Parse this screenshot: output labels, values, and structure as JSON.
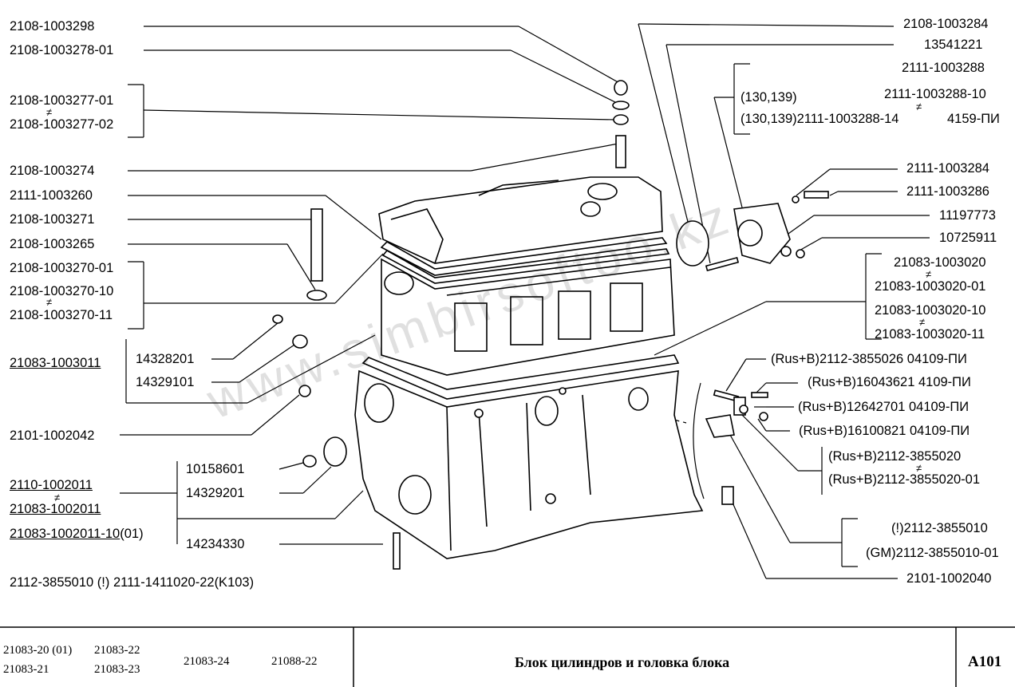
{
  "watermark": "www.simbirsoftoo.kz",
  "labels": {
    "l1": "2108-1003298",
    "l2": "2108-1003278-01",
    "l3": "2108-1003277-01",
    "l4": "2108-1003277-02",
    "l5": "2108-1003274",
    "l6": "2111-1003260",
    "l7": "2108-1003271",
    "l8": "2108-1003265",
    "l9": "2108-1003270-01",
    "l10": "2108-1003270-10",
    "l11": "2108-1003270-11",
    "l12": "21083-1003011",
    "l13": "14328201",
    "l14": "14329101",
    "l15": "2101-1002042",
    "l16": "10158601",
    "l17": "14329201",
    "l18": "2110-1002011",
    "l19": "21083-1002011",
    "l20": "21083-1002011-10",
    "l20b": "(01)",
    "l21": "14234330",
    "l22": "2112-3855010  (!)  2111-1411020-22(K103)",
    "r1": "2108-1003284",
    "r2": "13541221",
    "r3": "2111-1003288",
    "r4a": "(130,139)",
    "r4b": "2111-1003288-10",
    "r5a": "(130,139)2111-1003288-14",
    "r5b": "4159-ПИ",
    "r6": "2111-1003284",
    "r7": "2111-1003286",
    "r8": "11197773",
    "r9": "10725911",
    "r10": "21083-1003020",
    "r11": "21083-1003020-01",
    "r12": "21083-1003020-10",
    "r13": "21083-1003020-11",
    "r14": "(Rus+B)2112-3855026  04109-ПИ",
    "r15": "(Rus+B)16043621  4109-ПИ",
    "r16": "(Rus+B)12642701  04109-ПИ",
    "r17": "(Rus+B)16100821  04109-ПИ",
    "r18": "(Rus+B)2112-3855020",
    "r19": "(Rus+B)2112-3855020-01",
    "r20": "(!)2112-3855010",
    "r21": "(GM)2112-3855010-01",
    "r22": "2101-1002040",
    "neq": "≠"
  },
  "footer": {
    "models": [
      "21083-20 (01)",
      "21083-22",
      "21083-21",
      "21083-23",
      "21083-24",
      "21088-22"
    ],
    "title": "Блок цилиндров и головка блока",
    "code": "A101"
  }
}
